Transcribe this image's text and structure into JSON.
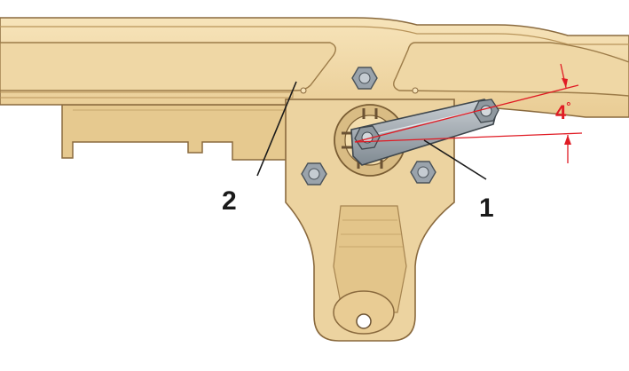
{
  "callouts": {
    "part_1": "1",
    "part_2": "2"
  },
  "angle": {
    "value": "4",
    "unit": "°"
  },
  "colors": {
    "frame": "#f2d9a6",
    "frame_shadow": "#d9b97f",
    "frame_outline": "#8a6a3e",
    "bracket": "#ecd3a0",
    "lever": "#9aa4ad",
    "bolt": "#8f989f",
    "dimension_line": "#e01b24",
    "leader_line": "#1a1a1a"
  }
}
